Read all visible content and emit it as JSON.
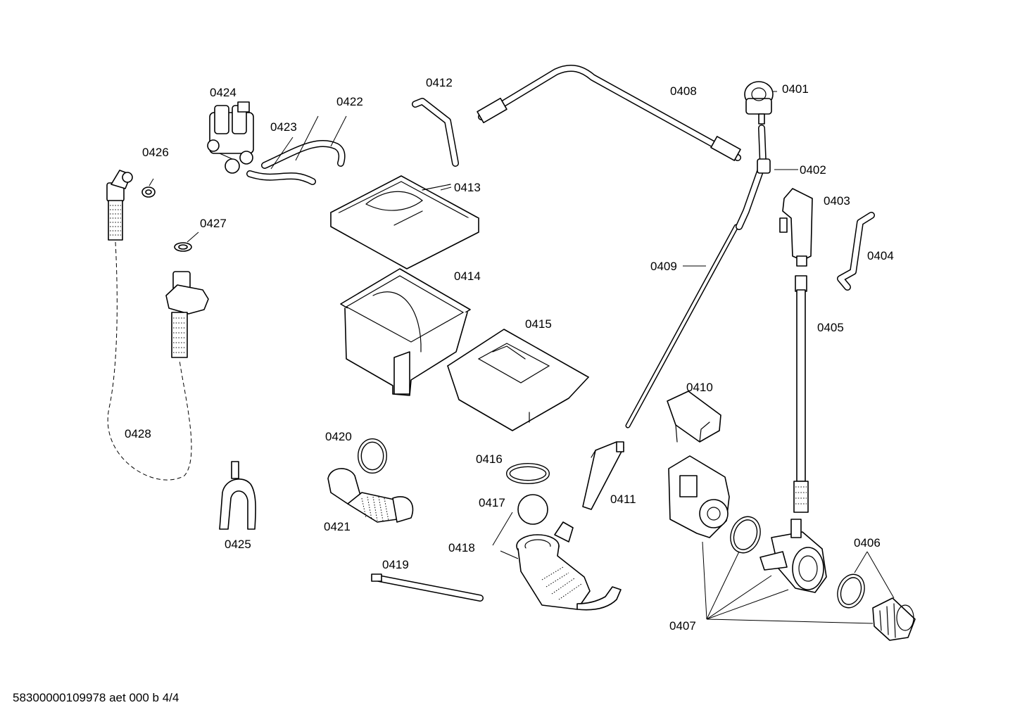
{
  "diagram": {
    "labels": [
      {
        "id": "0401",
        "text": "0401"
      },
      {
        "id": "0402",
        "text": "0402"
      },
      {
        "id": "0403",
        "text": "0403"
      },
      {
        "id": "0404",
        "text": "0404"
      },
      {
        "id": "0405",
        "text": "0405"
      },
      {
        "id": "0406",
        "text": "0406"
      },
      {
        "id": "0407",
        "text": "0407"
      },
      {
        "id": "0408",
        "text": "0408"
      },
      {
        "id": "0409",
        "text": "0409"
      },
      {
        "id": "0410",
        "text": "0410"
      },
      {
        "id": "0411",
        "text": "0411"
      },
      {
        "id": "0412",
        "text": "0412"
      },
      {
        "id": "0413",
        "text": "0413"
      },
      {
        "id": "0414",
        "text": "0414"
      },
      {
        "id": "0415",
        "text": "0415"
      },
      {
        "id": "0416",
        "text": "0416"
      },
      {
        "id": "0417",
        "text": "0417"
      },
      {
        "id": "0418",
        "text": "0418"
      },
      {
        "id": "0419",
        "text": "0419"
      },
      {
        "id": "0420",
        "text": "0420"
      },
      {
        "id": "0421",
        "text": "0421"
      },
      {
        "id": "0422",
        "text": "0422"
      },
      {
        "id": "0423",
        "text": "0423"
      },
      {
        "id": "0424",
        "text": "0424"
      },
      {
        "id": "0425",
        "text": "0425"
      },
      {
        "id": "0426",
        "text": "0426"
      },
      {
        "id": "0427",
        "text": "0427"
      },
      {
        "id": "0428",
        "text": "0428"
      }
    ],
    "footer": "58300000109978 aet 000 b 4/4"
  }
}
